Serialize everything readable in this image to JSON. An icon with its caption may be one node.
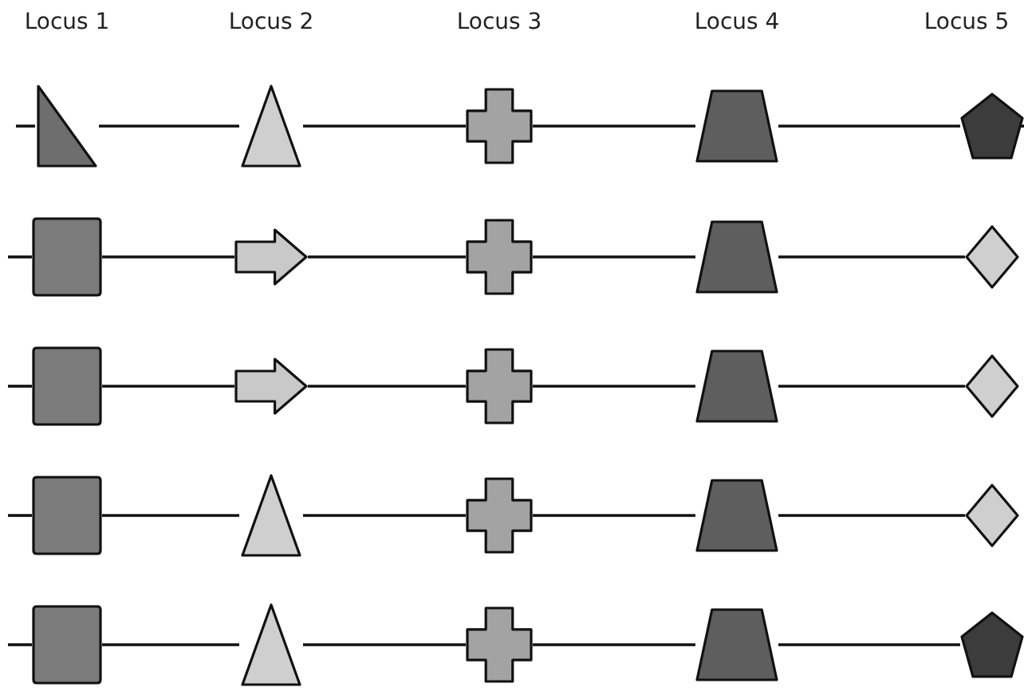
{
  "diagram": {
    "nodes": [
      {
        "text": [],
        "shape": "triangle"
      },
      {
        "text": [],
        "shape": "triangle"
      },
      {
        "text": [],
        "shape": "cross"
      },
      {
        "text": [],
        "shape": "trapezoid"
      },
      {
        "text": [],
        "shape": "pentagon"
      },
      {
        "text": [],
        "shape": "box"
      },
      {
        "text": [],
        "shape": "arrow"
      },
      {
        "text": [],
        "shape": "cross"
      },
      {
        "text": [],
        "shape": "trapezoid"
      },
      {
        "text": [],
        "shape": "diamond"
      },
      {
        "text": [],
        "shape": "box"
      },
      {
        "text": [],
        "shape": "arrow"
      },
      {
        "text": [],
        "shape": "cross"
      },
      {
        "text": [],
        "shape": "trapezoid"
      },
      {
        "text": [],
        "shape": "diamond"
      },
      {
        "text": [],
        "shape": "box"
      },
      {
        "text": [],
        "shape": "triangle"
      },
      {
        "text": [],
        "shape": "cross"
      },
      {
        "text": [],
        "shape": "trapezoid"
      },
      {
        "text": [],
        "shape": "diamond"
      },
      {
        "text": [],
        "shape": "box"
      },
      {
        "text": [],
        "shape": "triangle"
      },
      {
        "text": [],
        "shape": "cross"
      },
      {
        "text": [],
        "shape": "trapezoid"
      },
      {
        "text": [],
        "shape": "pentagon"
      }
    ],
    "edges": [
      {
        "from": 0,
        "to": 1,
        "arrow": "none"
      },
      {
        "from": 1,
        "to": 2,
        "arrow": "none"
      },
      {
        "from": 2,
        "to": 3,
        "arrow": "none"
      },
      {
        "from": 3,
        "to": 4,
        "arrow": "none"
      },
      {
        "from": 5,
        "to": 6,
        "arrow": "none"
      },
      {
        "from": 6,
        "to": 7,
        "arrow": "none"
      },
      {
        "from": 7,
        "to": 8,
        "arrow": "none"
      },
      {
        "from": 8,
        "to": 9,
        "arrow": "none"
      },
      {
        "from": 10,
        "to": 11,
        "arrow": "none"
      },
      {
        "from": 11,
        "to": 12,
        "arrow": "none"
      },
      {
        "from": 12,
        "to": 13,
        "arrow": "none"
      },
      {
        "from": 13,
        "to": 14,
        "arrow": "none"
      },
      {
        "from": 15,
        "to": 16,
        "arrow": "none"
      },
      {
        "from": 16,
        "to": 17,
        "arrow": "none"
      },
      {
        "from": 17,
        "to": 18,
        "arrow": "none"
      },
      {
        "from": 18,
        "to": 19,
        "arrow": "none"
      },
      {
        "from": 20,
        "to": 21,
        "arrow": "none"
      },
      {
        "from": 21,
        "to": 22,
        "arrow": "none"
      },
      {
        "from": 22,
        "to": 23,
        "arrow": "none"
      },
      {
        "from": 23,
        "to": 24,
        "arrow": "none"
      }
    ],
    "labels": [
      "Locus 1",
      "Locus 2",
      "Locus 3",
      "Locus 4",
      "Locus 5"
    ]
  }
}
